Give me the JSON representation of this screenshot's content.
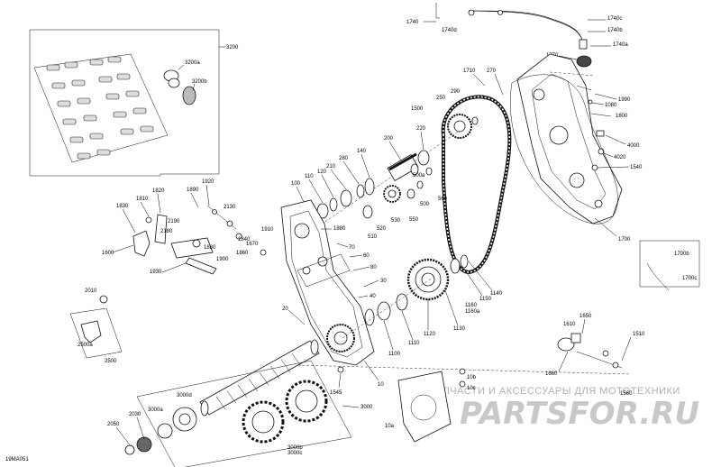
{
  "diagram_id": "19MA051",
  "watermark": {
    "tagline": "ЗАПЧАСТИ И АКСЕССУАРЫ ДЛЯ МОТОТЕХНИКИ",
    "logo": "PARTSFOR.RU"
  },
  "callouts": [
    {
      "id": "c3200",
      "text": "3200"
    },
    {
      "id": "c3200a",
      "text": "3200a"
    },
    {
      "id": "c3200b",
      "text": "3200b"
    },
    {
      "id": "c1740",
      "text": "1740"
    },
    {
      "id": "c1740d",
      "text": "1740d"
    },
    {
      "id": "c1740c",
      "text": "1740c"
    },
    {
      "id": "c1740b",
      "text": "1740b"
    },
    {
      "id": "c1740a",
      "text": "1740a"
    },
    {
      "id": "c1770",
      "text": "1770"
    },
    {
      "id": "c1710",
      "text": "1710"
    },
    {
      "id": "c270",
      "text": "270"
    },
    {
      "id": "c290",
      "text": "290"
    },
    {
      "id": "c250",
      "text": "250"
    },
    {
      "id": "c1500",
      "text": "1500"
    },
    {
      "id": "c220",
      "text": "220"
    },
    {
      "id": "c200",
      "text": "200"
    },
    {
      "id": "c140",
      "text": "140"
    },
    {
      "id": "c280",
      "text": "280"
    },
    {
      "id": "c210",
      "text": "210"
    },
    {
      "id": "c120",
      "text": "120"
    },
    {
      "id": "c110",
      "text": "110"
    },
    {
      "id": "c100",
      "text": "100"
    },
    {
      "id": "c500a",
      "text": "500a"
    },
    {
      "id": "c560",
      "text": "560"
    },
    {
      "id": "c500",
      "text": "500"
    },
    {
      "id": "c550",
      "text": "550"
    },
    {
      "id": "c530",
      "text": "530"
    },
    {
      "id": "c520",
      "text": "520"
    },
    {
      "id": "c510",
      "text": "510"
    },
    {
      "id": "c1990",
      "text": "1990"
    },
    {
      "id": "c1080",
      "text": "1080"
    },
    {
      "id": "c1600r",
      "text": "1600"
    },
    {
      "id": "c4000",
      "text": "4000"
    },
    {
      "id": "c4020",
      "text": "4020"
    },
    {
      "id": "c1540",
      "text": "1540"
    },
    {
      "id": "c1700",
      "text": "1700"
    },
    {
      "id": "c1700b",
      "text": "1700b"
    },
    {
      "id": "c1700c",
      "text": "1700c"
    },
    {
      "id": "c1890",
      "text": "1890"
    },
    {
      "id": "c1920",
      "text": "1920"
    },
    {
      "id": "c1820",
      "text": "1820"
    },
    {
      "id": "c1810",
      "text": "1810"
    },
    {
      "id": "c1830",
      "text": "1830"
    },
    {
      "id": "c2130",
      "text": "2130"
    },
    {
      "id": "c2190",
      "text": "2190"
    },
    {
      "id": "c2180",
      "text": "2180"
    },
    {
      "id": "c1910",
      "text": "1910"
    },
    {
      "id": "c1840",
      "text": "1840"
    },
    {
      "id": "c1880",
      "text": "1880"
    },
    {
      "id": "c1860",
      "text": "1860"
    },
    {
      "id": "c1670",
      "text": "1670"
    },
    {
      "id": "c1600l",
      "text": "1600"
    },
    {
      "id": "c1900",
      "text": "1900"
    },
    {
      "id": "c1930",
      "text": "1930"
    },
    {
      "id": "c1880b",
      "text": "1880"
    },
    {
      "id": "c70",
      "text": "70"
    },
    {
      "id": "c60",
      "text": "60"
    },
    {
      "id": "c80",
      "text": "80"
    },
    {
      "id": "c30",
      "text": "30"
    },
    {
      "id": "c40",
      "text": "40"
    },
    {
      "id": "c20",
      "text": "20"
    },
    {
      "id": "c1100",
      "text": "1100"
    },
    {
      "id": "c1110",
      "text": "1110"
    },
    {
      "id": "c1120",
      "text": "1120"
    },
    {
      "id": "c1130",
      "text": "1130"
    },
    {
      "id": "c1150",
      "text": "1150"
    },
    {
      "id": "c1160",
      "text": "1160"
    },
    {
      "id": "c1160a",
      "text": "1160a"
    },
    {
      "id": "c1140",
      "text": "1140"
    },
    {
      "id": "c10",
      "text": "10"
    },
    {
      "id": "c1545",
      "text": "1545"
    },
    {
      "id": "c3000",
      "text": "3000"
    },
    {
      "id": "c3000d",
      "text": "3000d"
    },
    {
      "id": "c3000a",
      "text": "3000a"
    },
    {
      "id": "c3000b",
      "text": "3000b"
    },
    {
      "id": "c3000c",
      "text": "3000c"
    },
    {
      "id": "c2010",
      "text": "2010"
    },
    {
      "id": "c2500a",
      "text": "2500a"
    },
    {
      "id": "c2500",
      "text": "2500"
    },
    {
      "id": "c2030",
      "text": "2030"
    },
    {
      "id": "c2050",
      "text": "2050"
    },
    {
      "id": "c10b",
      "text": "10b"
    },
    {
      "id": "c10c",
      "text": "10c"
    },
    {
      "id": "c10a",
      "text": "10a"
    },
    {
      "id": "c1650",
      "text": "1650"
    },
    {
      "id": "c1610",
      "text": "1610"
    },
    {
      "id": "c1510",
      "text": "1510"
    },
    {
      "id": "c1660",
      "text": "1660"
    },
    {
      "id": "c1560",
      "text": "1560"
    }
  ]
}
